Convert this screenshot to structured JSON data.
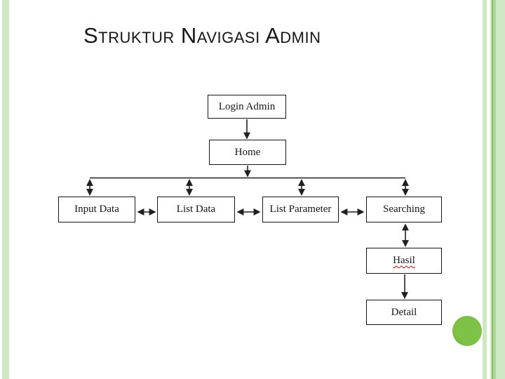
{
  "slide": {
    "title": "Struktur Navigasi Admin"
  },
  "diagram": {
    "nodes": [
      {
        "id": "login-admin",
        "label": "Login Admin"
      },
      {
        "id": "home",
        "label": "Home"
      },
      {
        "id": "input-data",
        "label": "Input Data"
      },
      {
        "id": "list-data",
        "label": "List Data"
      },
      {
        "id": "list-parameter",
        "label": "List Parameter"
      },
      {
        "id": "searching",
        "label": "Searching"
      },
      {
        "id": "hasil",
        "label": "Hasil",
        "spellcheck_underline": true
      },
      {
        "id": "detail",
        "label": "Detail"
      }
    ],
    "edges": [
      {
        "from": "login-admin",
        "to": "home",
        "type": "single-down"
      },
      {
        "from": "home",
        "to": "trunk-line",
        "type": "single-down"
      },
      {
        "from": "trunk-line",
        "to": "input-data",
        "type": "double"
      },
      {
        "from": "trunk-line",
        "to": "list-data",
        "type": "double"
      },
      {
        "from": "trunk-line",
        "to": "list-parameter",
        "type": "double"
      },
      {
        "from": "trunk-line",
        "to": "searching",
        "type": "double"
      },
      {
        "from": "input-data",
        "to": "list-data",
        "type": "double"
      },
      {
        "from": "list-data",
        "to": "list-parameter",
        "type": "double"
      },
      {
        "from": "list-parameter",
        "to": "searching",
        "type": "double"
      },
      {
        "from": "searching",
        "to": "hasil",
        "type": "double"
      },
      {
        "from": "hasil",
        "to": "detail",
        "type": "single-down"
      }
    ]
  },
  "colors": {
    "accent_green_light": "#cde8c2",
    "accent_green_medium": "#aed89a",
    "accent_green_dark": "#8abf63",
    "circle_green": "#7dc246",
    "circle_green_dark": "#6fb236",
    "box_border": "#161616",
    "line": "#1f1f1f",
    "text": "#161616",
    "misspell_underline": "#e00000"
  }
}
